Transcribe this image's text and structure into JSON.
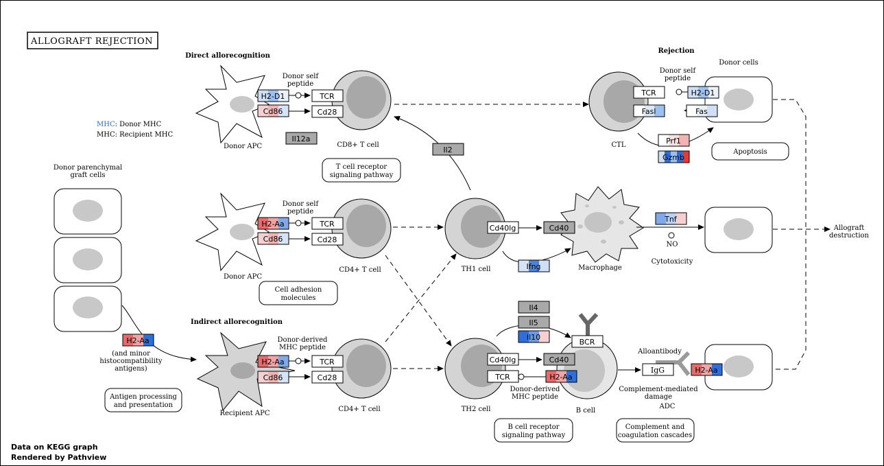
{
  "title": "ALLOGRAFT REJECTION",
  "footer": {
    "line1": "Data on KEGG graph",
    "line2": "Rendered by Pathview"
  },
  "legend": {
    "donor_mhc_hl": "MHC",
    "donor_mhc_rest": ": Donor MHC",
    "recipient_mhc": "MHC: Recipient MHC",
    "donor_color": "#1a6fd1"
  },
  "headings": {
    "direct": "Direct allorecognition",
    "indirect": "Indirect allorecognition",
    "rejection": "Rejection"
  },
  "labels": {
    "donor_apc_1": "Donor APC",
    "donor_apc_2": "Donor APC",
    "recipient_apc": "Recipient APC",
    "cd8_cell": "CD8+ T cell",
    "cd4_cell_1": "CD4+ T cell",
    "cd4_cell_2": "CD4+ T cell",
    "th1": "TH1 cell",
    "th2": "TH2 cell",
    "macrophage": "Macrophage",
    "b_cell": "B cell",
    "ctl": "CTL",
    "donor_cells": "Donor cells",
    "donor_parenchymal_1": "Donor parenchymal",
    "donor_parenchymal_2": "graft cells",
    "donor_self_1a": "Donor self",
    "donor_self_1b": "peptide",
    "donor_self_2a": "Donor self",
    "donor_self_2b": "peptide",
    "donor_self_3a": "Donor self",
    "donor_self_3b": "peptide",
    "donor_derived_1a": "Donor-derived",
    "donor_derived_1b": "MHC peptide",
    "donor_derived_2a": "Donor-derived",
    "donor_derived_2b": "MHC peptide",
    "minor_1": "(and minor",
    "minor_2": "histocompatibility",
    "minor_3": "antigens)",
    "no": "NO",
    "cytotoxicity": "Cytotoxicity",
    "alloantibody": "Alloantibody",
    "complement_1": "Complement-mediated",
    "complement_2": "damage",
    "adc": "ADC",
    "allograft_1": "Allograft",
    "allograft_2": "destruction"
  },
  "pathways": {
    "tcr_1": "T cell receptor",
    "tcr_2": "signaling pathway",
    "adhesion_1": "Cell adhesion",
    "adhesion_2": "molecules",
    "antigen_1": "Antigen processing",
    "antigen_2": "and presentation",
    "apoptosis": "Apoptosis",
    "bcr_1": "B cell receptor",
    "bcr_2": "signaling pathway",
    "compl_1": "Complement and",
    "compl_2": "coagulation cascades"
  },
  "genes": {
    "h2d1_a": "H2-D1",
    "cd86_a": "Cd86",
    "tcr_a": "TCR",
    "cd28_a": "Cd28",
    "il12a": "Il12a",
    "h2aa_a": "H2-Aa",
    "cd86_b": "Cd86",
    "tcr_b": "TCR",
    "cd28_b": "Cd28",
    "h2aa_b": "H2-Aa",
    "cd86_c": "Cd86",
    "tcr_c": "TCR",
    "cd28_c": "Cd28",
    "h2aa_left": "H2-Aa",
    "il2": "Il2",
    "cd40lg_a": "Cd40lg",
    "cd40_a": "Cd40",
    "ifng": "Ifng",
    "tnf": "Tnf",
    "tcr_ctl": "TCR",
    "h2d1_b": "H2-D1",
    "fasl": "Fasl",
    "fas": "Fas",
    "prf1": "Prf1",
    "gzmb": "Gzmb",
    "il4": "Il4",
    "il5": "Il5",
    "il10": "Il10",
    "bcr": "BCR",
    "cd40lg_b": "Cd40lg",
    "cd40_b": "Cd40",
    "tcr_d": "TCR",
    "h2aa_c": "H2-Aa",
    "igg": "IgG",
    "h2aa_d": "H2-Aa"
  }
}
